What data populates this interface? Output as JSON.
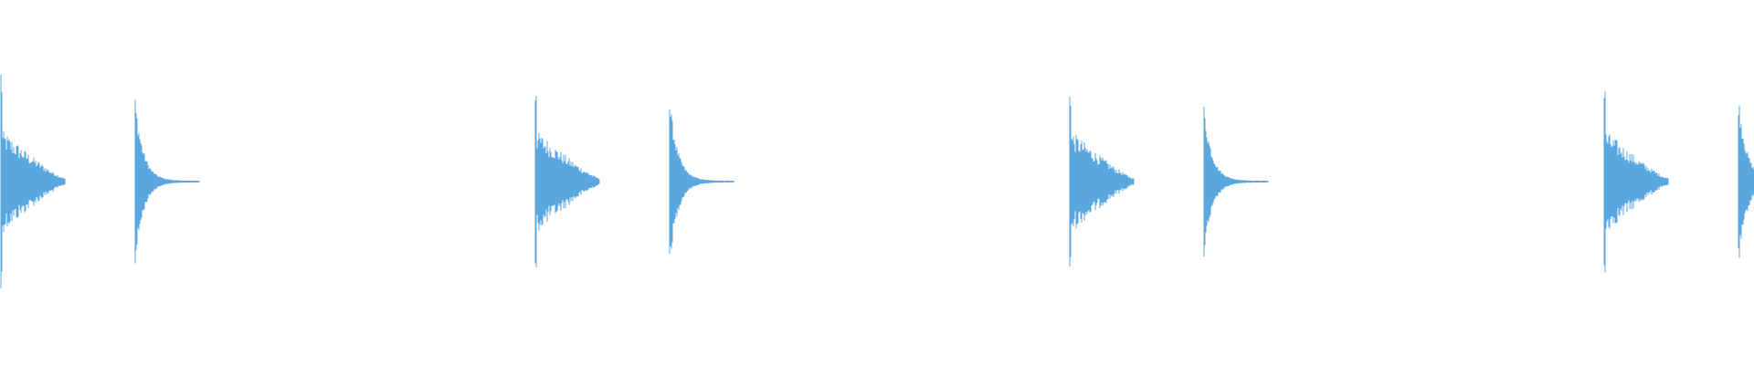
{
  "waveform": {
    "color": "#5aa7e0",
    "background": "#ffffff",
    "beats": [
      {
        "type": "kick",
        "peak": 0.68
      },
      {
        "type": "tick",
        "peak": 0.46
      },
      {
        "type": "kick",
        "peak": 0.64
      },
      {
        "type": "tick",
        "peak": 0.46
      },
      {
        "type": "kick",
        "peak": 0.64
      },
      {
        "type": "tick",
        "peak": 0.42
      },
      {
        "type": "kick",
        "peak": 0.63
      },
      {
        "type": "tick",
        "peak": 0.48
      }
    ]
  }
}
